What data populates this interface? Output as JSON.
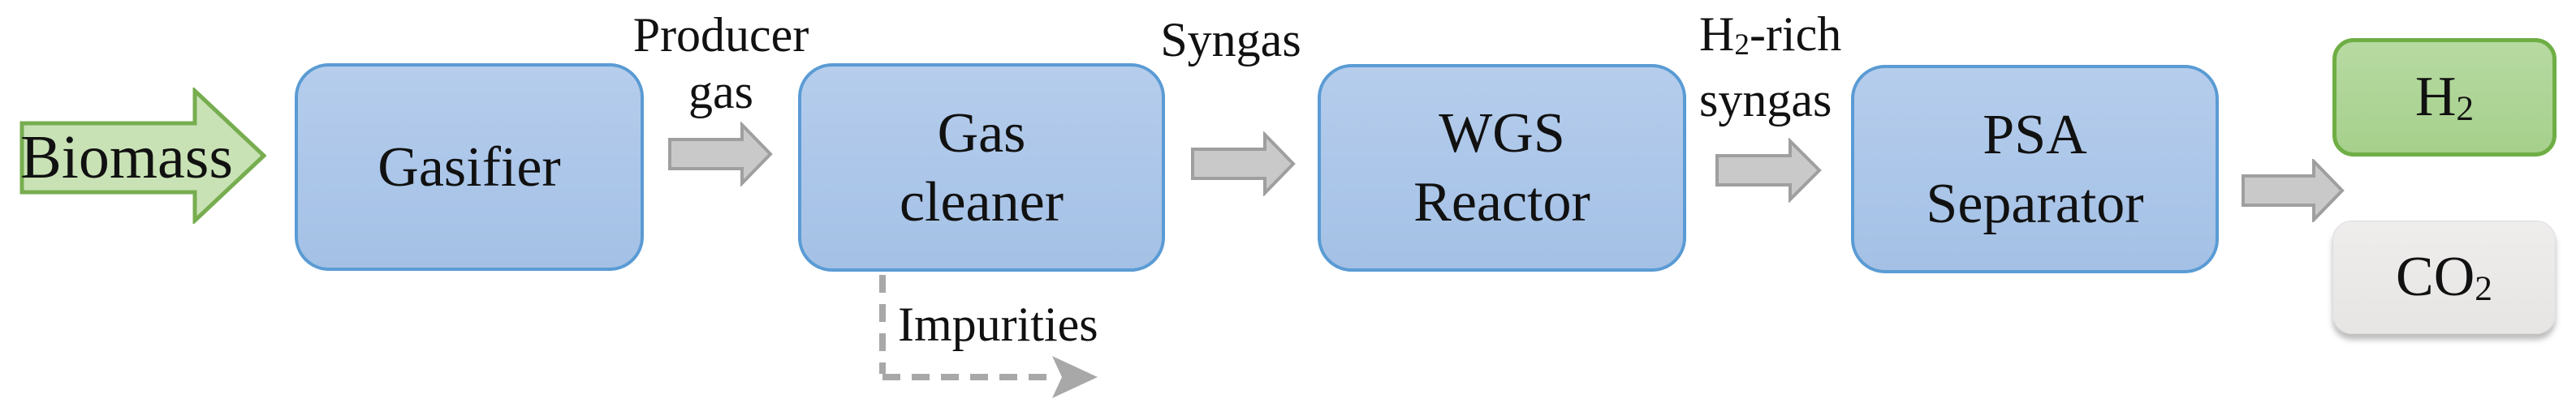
{
  "input": {
    "label": "Biomass"
  },
  "nodes": [
    {
      "id": "gasifier",
      "lines": [
        "Gasifier"
      ]
    },
    {
      "id": "gas-cleaner",
      "lines": [
        "Gas",
        "cleaner"
      ]
    },
    {
      "id": "wgs-reactor",
      "lines": [
        "WGS",
        "Reactor"
      ]
    },
    {
      "id": "psa-separator",
      "lines": [
        "PSA",
        "Separator"
      ]
    }
  ],
  "flows": [
    {
      "id": "producer-gas",
      "lines": [
        "Producer",
        "gas"
      ]
    },
    {
      "id": "syngas",
      "lines": [
        "Syngas"
      ]
    },
    {
      "id": "h2-rich-syngas",
      "line1": {
        "pre": "H",
        "sub": "2",
        "post": "-rich"
      },
      "line2": "syngas"
    }
  ],
  "byproduct": {
    "label": "Impurities"
  },
  "outputs": [
    {
      "id": "h2",
      "pre": "H",
      "sub": "2"
    },
    {
      "id": "co2",
      "pre": "CO",
      "sub": "2"
    }
  ],
  "colors": {
    "node_fill": "#abc6e9",
    "node_border": "#5a9bd4",
    "input_fill": "#c8e2b5",
    "input_border": "#77ad4f",
    "h2_fill": "#aad391",
    "h2_border": "#6fae45",
    "co2_fill": "#e9e8e7",
    "arrow_fill": "#c9c9c9",
    "arrow_border": "#9f9f9f",
    "dashed_arrow": "#a8a8a8",
    "text": "#111111"
  }
}
